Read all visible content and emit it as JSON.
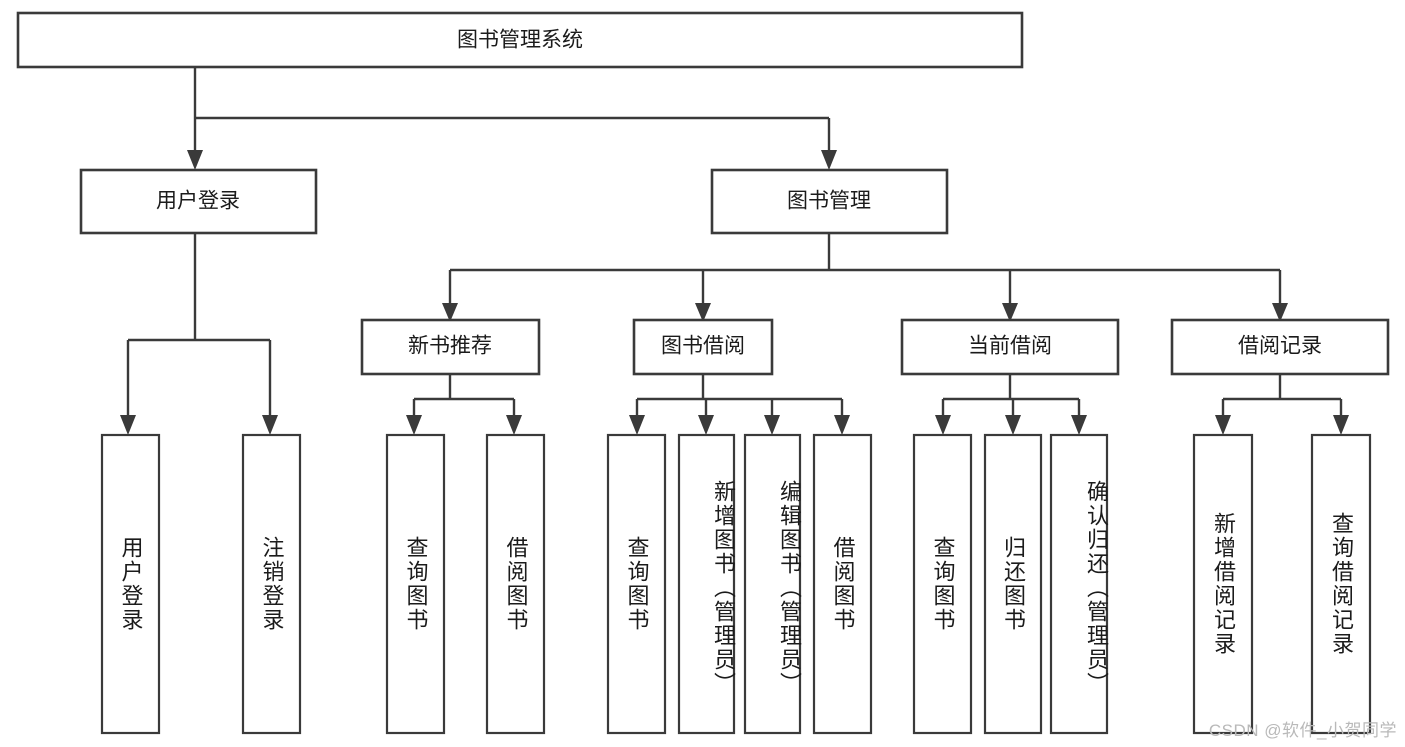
{
  "diagram": {
    "title": "图书管理系统",
    "type": "tree-hierarchy-diagram",
    "orientation": "top-down",
    "colors": {
      "box_stroke": "#3a3a3a",
      "box_fill": "#ffffff",
      "edge": "#3a3a3a",
      "text": "#1b1b1b",
      "watermark": "#b9b9b9",
      "background": "#ffffff"
    }
  },
  "root": {
    "label": "图书管理系统"
  },
  "level2": [
    {
      "id": "user-login",
      "label": "用户登录"
    },
    {
      "id": "book-management",
      "label": "图书管理"
    }
  ],
  "level3": [
    {
      "id": "new-book-recommend",
      "label": "新书推荐",
      "parent": "book-management"
    },
    {
      "id": "book-borrow",
      "label": "图书借阅",
      "parent": "book-management"
    },
    {
      "id": "current-borrow",
      "label": "当前借阅",
      "parent": "book-management"
    },
    {
      "id": "borrow-record",
      "label": "借阅记录",
      "parent": "book-management"
    }
  ],
  "leaves": [
    {
      "id": "leaf-user-login",
      "label": "用户登录",
      "parent": "user-login"
    },
    {
      "id": "leaf-logout-login",
      "label": "注销登录",
      "parent": "user-login"
    },
    {
      "id": "leaf-query-book-1",
      "label": "查询图书",
      "parent": "new-book-recommend"
    },
    {
      "id": "leaf-borrow-book-1",
      "label": "借阅图书",
      "parent": "new-book-recommend"
    },
    {
      "id": "leaf-query-book-2",
      "label": "查询图书",
      "parent": "book-borrow"
    },
    {
      "id": "leaf-add-book",
      "label": "新增图书（管理员）",
      "parent": "book-borrow"
    },
    {
      "id": "leaf-edit-book",
      "label": "编辑图书（管理员）",
      "parent": "book-borrow"
    },
    {
      "id": "leaf-borrow-book-2",
      "label": "借阅图书",
      "parent": "book-borrow"
    },
    {
      "id": "leaf-query-book-3",
      "label": "查询图书",
      "parent": "current-borrow"
    },
    {
      "id": "leaf-return-book",
      "label": "归还图书",
      "parent": "current-borrow"
    },
    {
      "id": "leaf-confirm-return",
      "label": "确认归还（管理员）",
      "parent": "current-borrow"
    },
    {
      "id": "leaf-add-record",
      "label": "新增借阅记录",
      "parent": "borrow-record"
    },
    {
      "id": "leaf-query-record",
      "label": "查询借阅记录",
      "parent": "borrow-record"
    }
  ],
  "watermark": {
    "text": "CSDN @软件_小贺同学"
  }
}
